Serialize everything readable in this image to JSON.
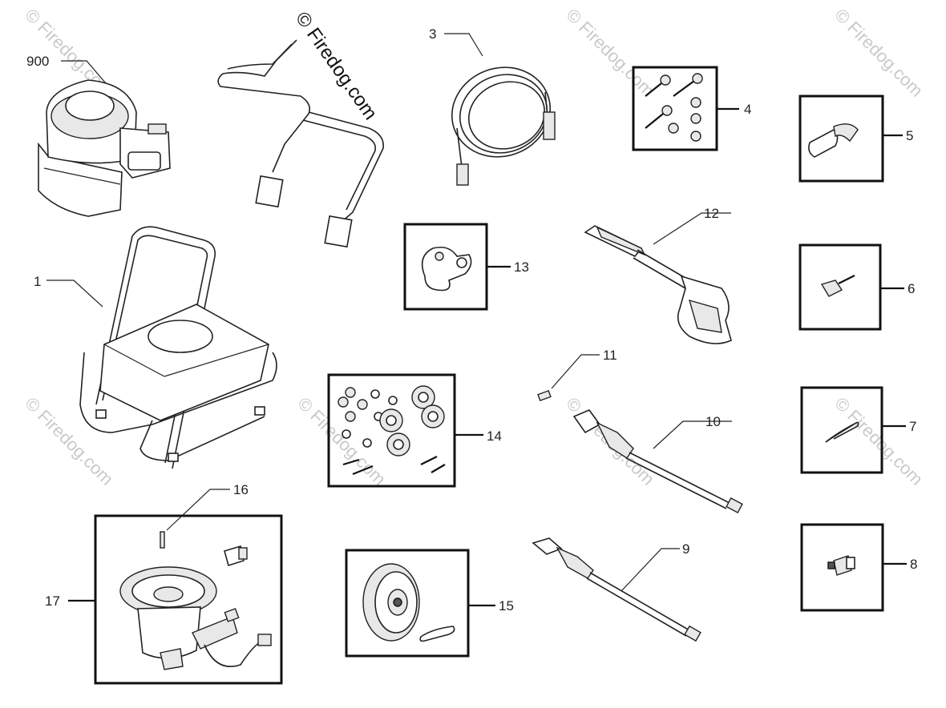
{
  "watermark": {
    "main": "© Firedog.com",
    "repeat": "© Firedog.com"
  },
  "callouts": {
    "c900": "900",
    "c1": "1",
    "c3": "3",
    "c4": "4",
    "c5": "5",
    "c6": "6",
    "c7": "7",
    "c8": "8",
    "c9": "9",
    "c10": "10",
    "c11": "11",
    "c12": "12",
    "c13": "13",
    "c14": "14",
    "c15": "15",
    "c16": "16",
    "c17": "17"
  }
}
